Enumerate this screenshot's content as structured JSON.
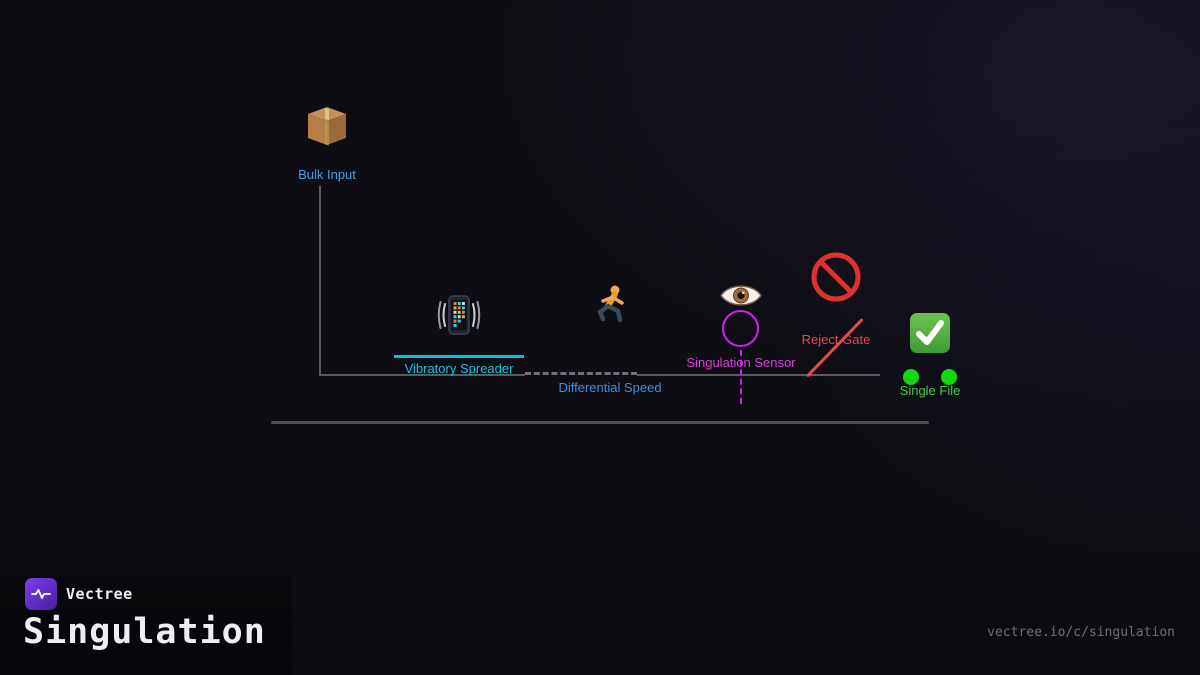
{
  "nodes": {
    "bulk_input": {
      "label": "Bulk Input",
      "color": "#4a9ede",
      "icon": "package-icon"
    },
    "vibratory_spreader": {
      "label": "Vibratory Spreader",
      "color": "#19c2dc",
      "icon": "vibrating-phone-icon"
    },
    "differential_speed": {
      "label": "Differential Speed",
      "color": "#3f8fe0",
      "icon": "runner-icon"
    },
    "singulation_sensor": {
      "label": "Singulation Sensor",
      "color": "#df3fdf",
      "icon": "eye-icon"
    },
    "reject_gate": {
      "label": "Reject Gate",
      "color": "#e5484d",
      "icon": "no-entry-icon"
    },
    "single_file": {
      "label": "Single File",
      "color": "#45c945",
      "icon": "check-mark-icon"
    }
  },
  "lines": {
    "flow_color": "#5a5a63",
    "conveyor_color": "#4e4e56",
    "sensor_accent": "#cc22ee",
    "reject_accent": "#e5484d",
    "spreader_accent": "#0cc0de",
    "single_file_dot_color": "#12d812"
  },
  "footer": {
    "brand": "Vectree",
    "title": "Singulation",
    "url": "vectree.io/c/singulation"
  }
}
